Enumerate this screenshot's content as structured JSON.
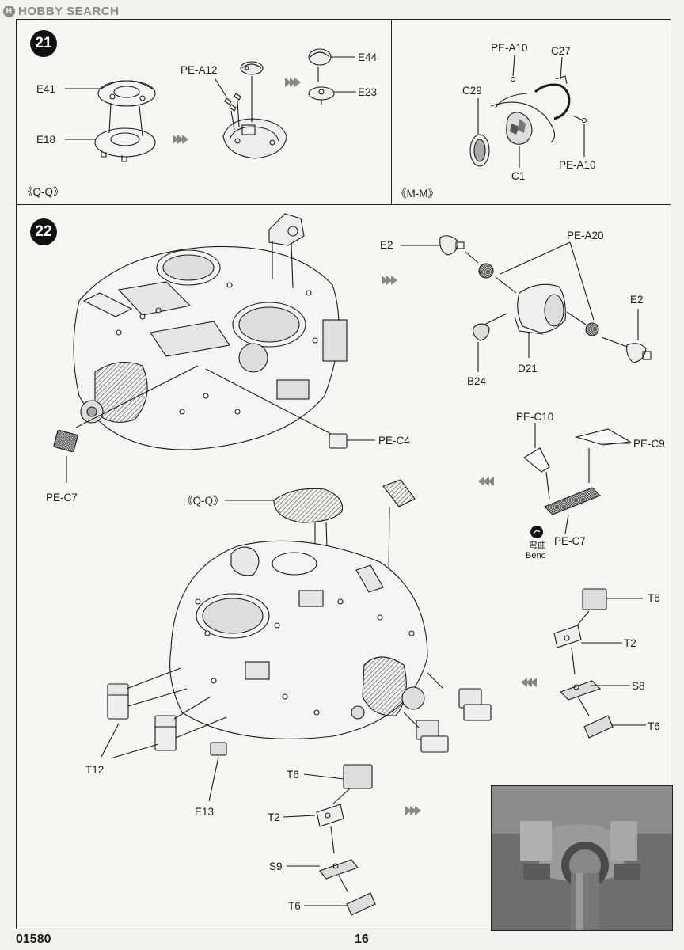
{
  "watermark": {
    "text": "HOBBY SEARCH",
    "badge": "H"
  },
  "steps": {
    "s21": {
      "number": "21",
      "view_q": "《Q-Q》",
      "view_m": "《M-M》"
    },
    "s22": {
      "number": "22",
      "view_q": "《Q-Q》"
    }
  },
  "labels": {
    "e41": "E41",
    "e18": "E18",
    "pea12": "PE-A12",
    "e44": "E44",
    "e23": "E23",
    "pea10a": "PE-A10",
    "c27": "C27",
    "c29": "C29",
    "c1": "C1",
    "pea10b": "PE-A10",
    "e2a": "E2",
    "pea20": "PE-A20",
    "e2b": "E2",
    "b24": "B24",
    "d21": "D21",
    "pec4": "PE-C4",
    "pec7a": "PE-C7",
    "pec10": "PE-C10",
    "pec9": "PE-C9",
    "bend_cn": "弯曲",
    "bend_en": "Bend",
    "pec7b": "PE-C7",
    "t6a": "T6",
    "t2a": "T2",
    "s8": "S8",
    "t6b": "T6",
    "t12": "T12",
    "e13": "E13",
    "t6c": "T6",
    "t2b": "T2",
    "s9": "S9",
    "t6d": "T6"
  },
  "footer": {
    "code": "01580",
    "page": "16"
  },
  "colors": {
    "ink": "#1a1a1a",
    "paper": "#f7f6f3",
    "badge": "#111111",
    "photo_bg": "#7a7a7a"
  }
}
